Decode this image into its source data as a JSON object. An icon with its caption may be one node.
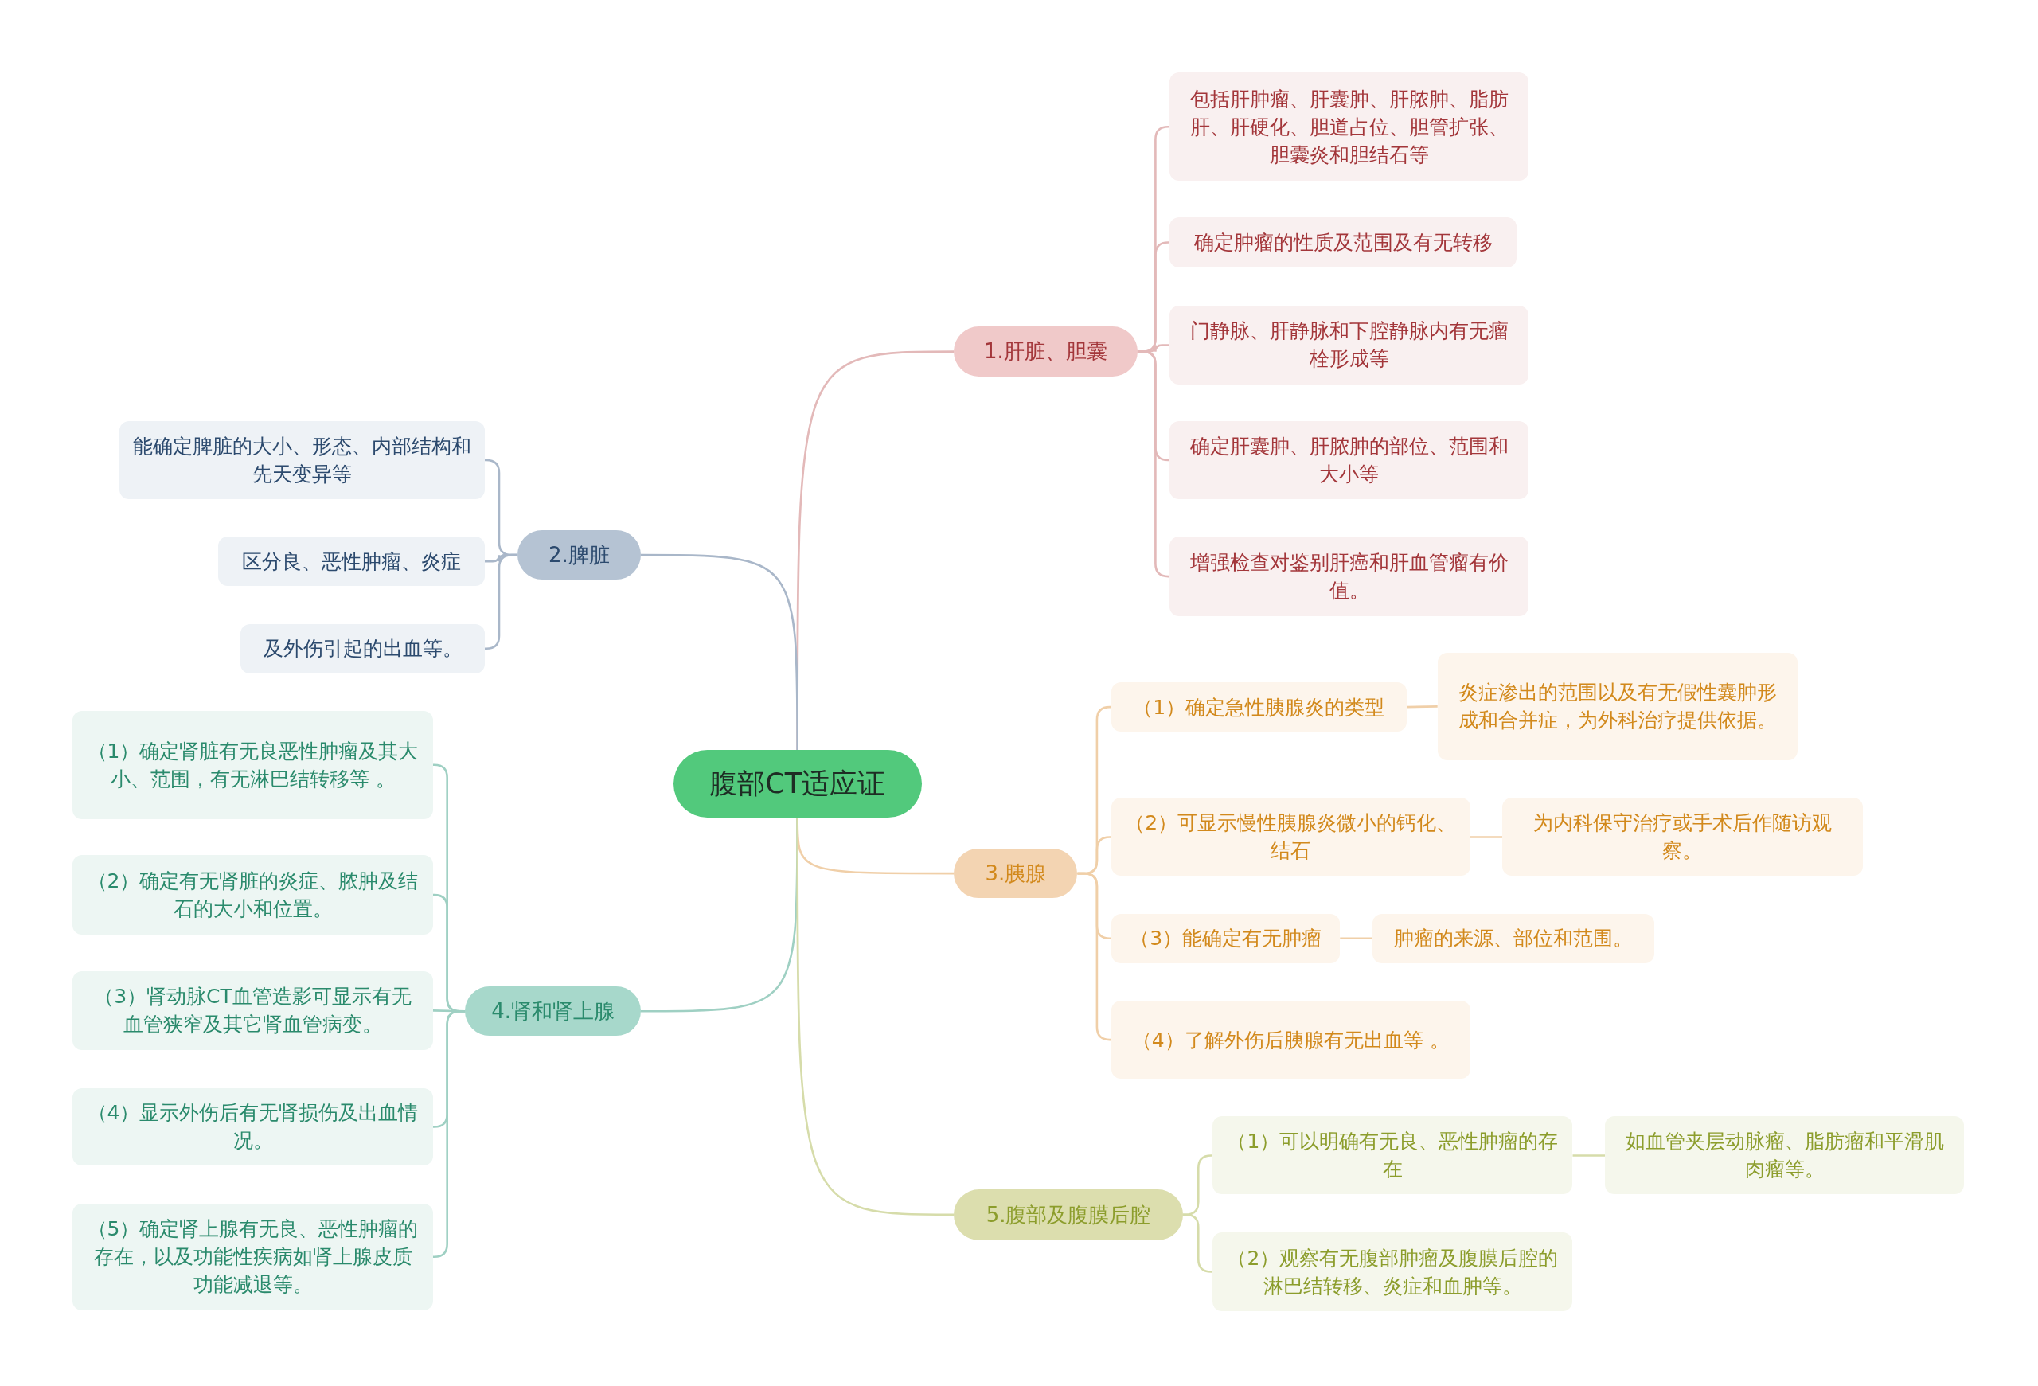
{
  "diagram": {
    "nodes": [
      {
        "text": [
          "腹部CT适应证"
        ]
      },
      {
        "text": [
          "1.肝脏、胆囊"
        ]
      },
      {
        "text": [
          "包括肝肿瘤、肝囊肿、肝脓肿、脂肪肝、肝硬化、胆道占位、胆管扩张、胆囊炎和胆结石等"
        ]
      },
      {
        "text": [
          "确定肿瘤的性质及范围及有无转移"
        ]
      },
      {
        "text": [
          "门静脉、肝静脉和下腔静脉内有无瘤栓形成等"
        ]
      },
      {
        "text": [
          "确定肝囊肿、肝脓肿的部位、范围和大小等"
        ]
      },
      {
        "text": [
          "增强检查对鉴别肝癌和肝血管瘤有价值。"
        ]
      },
      {
        "text": [
          "2.脾脏"
        ]
      },
      {
        "text": [
          "能确定脾脏的大小、形态、内部结构和先天变异等"
        ]
      },
      {
        "text": [
          "区分良、恶性肿瘤、炎症"
        ]
      },
      {
        "text": [
          "及外伤引起的出血等。"
        ]
      },
      {
        "text": [
          "3.胰腺"
        ]
      },
      {
        "text": [
          "（1）确定急性胰腺炎的类型"
        ]
      },
      {
        "text": [
          "炎症渗出的范围以及有无假性囊肿形成和合并症，为外科治疗提供依据。"
        ]
      },
      {
        "text": [
          "（2）可显示慢性胰腺炎微小的钙化、结石"
        ]
      },
      {
        "text": [
          "为内科保守治疗或手术后作随访观察。"
        ]
      },
      {
        "text": [
          "（3）能确定有无肿瘤"
        ]
      },
      {
        "text": [
          "肿瘤的来源、部位和范围。"
        ]
      },
      {
        "text": [
          "（4）了解外伤后胰腺有无出血等 。"
        ]
      },
      {
        "text": [
          "4.肾和肾上腺"
        ]
      },
      {
        "text": [
          "（1）确定肾脏有无良恶性肿瘤及其大小、范围，有无淋巴结转移等 。"
        ]
      },
      {
        "text": [
          "（2）确定有无肾脏的炎症、脓肿及结石的大小和位置。"
        ]
      },
      {
        "text": [
          "（3）肾动脉CT血管造影可显示有无血管狭窄及其它肾血管病变。"
        ]
      },
      {
        "text": [
          "（4）显示外伤后有无肾损伤及出血情况。"
        ]
      },
      {
        "text": [
          "（5）确定肾上腺有无良、恶性肿瘤的存在，以及功能性疾病如肾上腺皮质功能减退等。"
        ]
      },
      {
        "text": [
          "5.腹部及腹膜后腔"
        ]
      },
      {
        "text": [
          "（1）可以明确有无良、恶性肿瘤的存在"
        ]
      },
      {
        "text": [
          "如血管夹层动脉瘤、脂肪瘤和平滑肌肉瘤等。"
        ]
      },
      {
        "text": [
          "（2）观察有无腹部肿瘤及腹膜后腔的淋巴结转移、炎症和血肿等。"
        ]
      }
    ],
    "edges": [
      {
        "from": 0,
        "to": 1,
        "arrow": "none",
        "color": "#e3b9b9"
      },
      {
        "from": 0,
        "to": 7,
        "arrow": "none",
        "color": "#a9b7c9"
      },
      {
        "from": 0,
        "to": 11,
        "arrow": "none",
        "color": "#f0cfa8"
      },
      {
        "from": 0,
        "to": 19,
        "arrow": "none",
        "color": "#9fd0c3"
      },
      {
        "from": 0,
        "to": 25,
        "arrow": "none",
        "color": "#d6dcaa"
      },
      {
        "from": 1,
        "to": 2,
        "arrow": "none",
        "color": "#e3b9b9"
      },
      {
        "from": 1,
        "to": 3,
        "arrow": "none",
        "color": "#e3b9b9"
      },
      {
        "from": 1,
        "to": 4,
        "arrow": "none",
        "color": "#e3b9b9"
      },
      {
        "from": 1,
        "to": 5,
        "arrow": "none",
        "color": "#e3b9b9"
      },
      {
        "from": 1,
        "to": 6,
        "arrow": "none",
        "color": "#e3b9b9"
      },
      {
        "from": 7,
        "to": 8,
        "arrow": "none",
        "color": "#a9b7c9"
      },
      {
        "from": 7,
        "to": 9,
        "arrow": "none",
        "color": "#a9b7c9"
      },
      {
        "from": 7,
        "to": 10,
        "arrow": "none",
        "color": "#a9b7c9"
      },
      {
        "from": 11,
        "to": 12,
        "arrow": "none",
        "color": "#f0cfa8"
      },
      {
        "from": 11,
        "to": 14,
        "arrow": "none",
        "color": "#f0cfa8"
      },
      {
        "from": 11,
        "to": 16,
        "arrow": "none",
        "color": "#f0cfa8"
      },
      {
        "from": 11,
        "to": 18,
        "arrow": "none",
        "color": "#f0cfa8"
      },
      {
        "from": 12,
        "to": 13,
        "arrow": "none",
        "color": "#f0cfa8"
      },
      {
        "from": 14,
        "to": 15,
        "arrow": "none",
        "color": "#f0cfa8"
      },
      {
        "from": 16,
        "to": 17,
        "arrow": "none",
        "color": "#f0cfa8"
      },
      {
        "from": 19,
        "to": 20,
        "arrow": "none",
        "color": "#9fd0c3"
      },
      {
        "from": 19,
        "to": 21,
        "arrow": "none",
        "color": "#9fd0c3"
      },
      {
        "from": 19,
        "to": 22,
        "arrow": "none",
        "color": "#9fd0c3"
      },
      {
        "from": 19,
        "to": 23,
        "arrow": "none",
        "color": "#9fd0c3"
      },
      {
        "from": 19,
        "to": 24,
        "arrow": "none",
        "color": "#9fd0c3"
      },
      {
        "from": 25,
        "to": 26,
        "arrow": "none",
        "color": "#d6dcaa"
      },
      {
        "from": 25,
        "to": 28,
        "arrow": "none",
        "color": "#d6dcaa"
      },
      {
        "from": 26,
        "to": 27,
        "arrow": "none",
        "color": "#d6dcaa"
      }
    ]
  }
}
